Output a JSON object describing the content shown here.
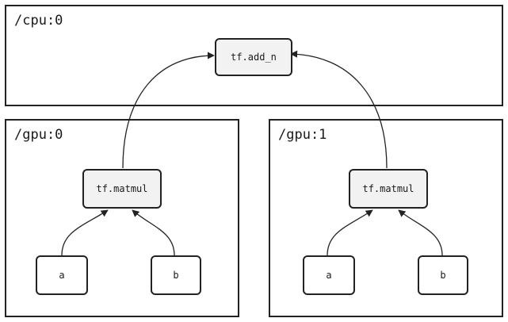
{
  "devices": {
    "cpu0": {
      "label": "/cpu:0"
    },
    "gpu0": {
      "label": "/gpu:0"
    },
    "gpu1": {
      "label": "/gpu:1"
    }
  },
  "nodes": {
    "add_n": {
      "label": "tf.add_n"
    },
    "matmul_gpu0": {
      "label": "tf.matmul"
    },
    "matmul_gpu1": {
      "label": "tf.matmul"
    },
    "a_gpu0": {
      "label": "a"
    },
    "b_gpu0": {
      "label": "b"
    },
    "a_gpu1": {
      "label": "a"
    },
    "b_gpu1": {
      "label": "b"
    }
  },
  "edges": [
    {
      "from": "a_gpu0",
      "to": "matmul_gpu0"
    },
    {
      "from": "b_gpu0",
      "to": "matmul_gpu0"
    },
    {
      "from": "a_gpu1",
      "to": "matmul_gpu1"
    },
    {
      "from": "b_gpu1",
      "to": "matmul_gpu1"
    },
    {
      "from": "matmul_gpu0",
      "to": "add_n"
    },
    {
      "from": "matmul_gpu1",
      "to": "add_n"
    }
  ]
}
